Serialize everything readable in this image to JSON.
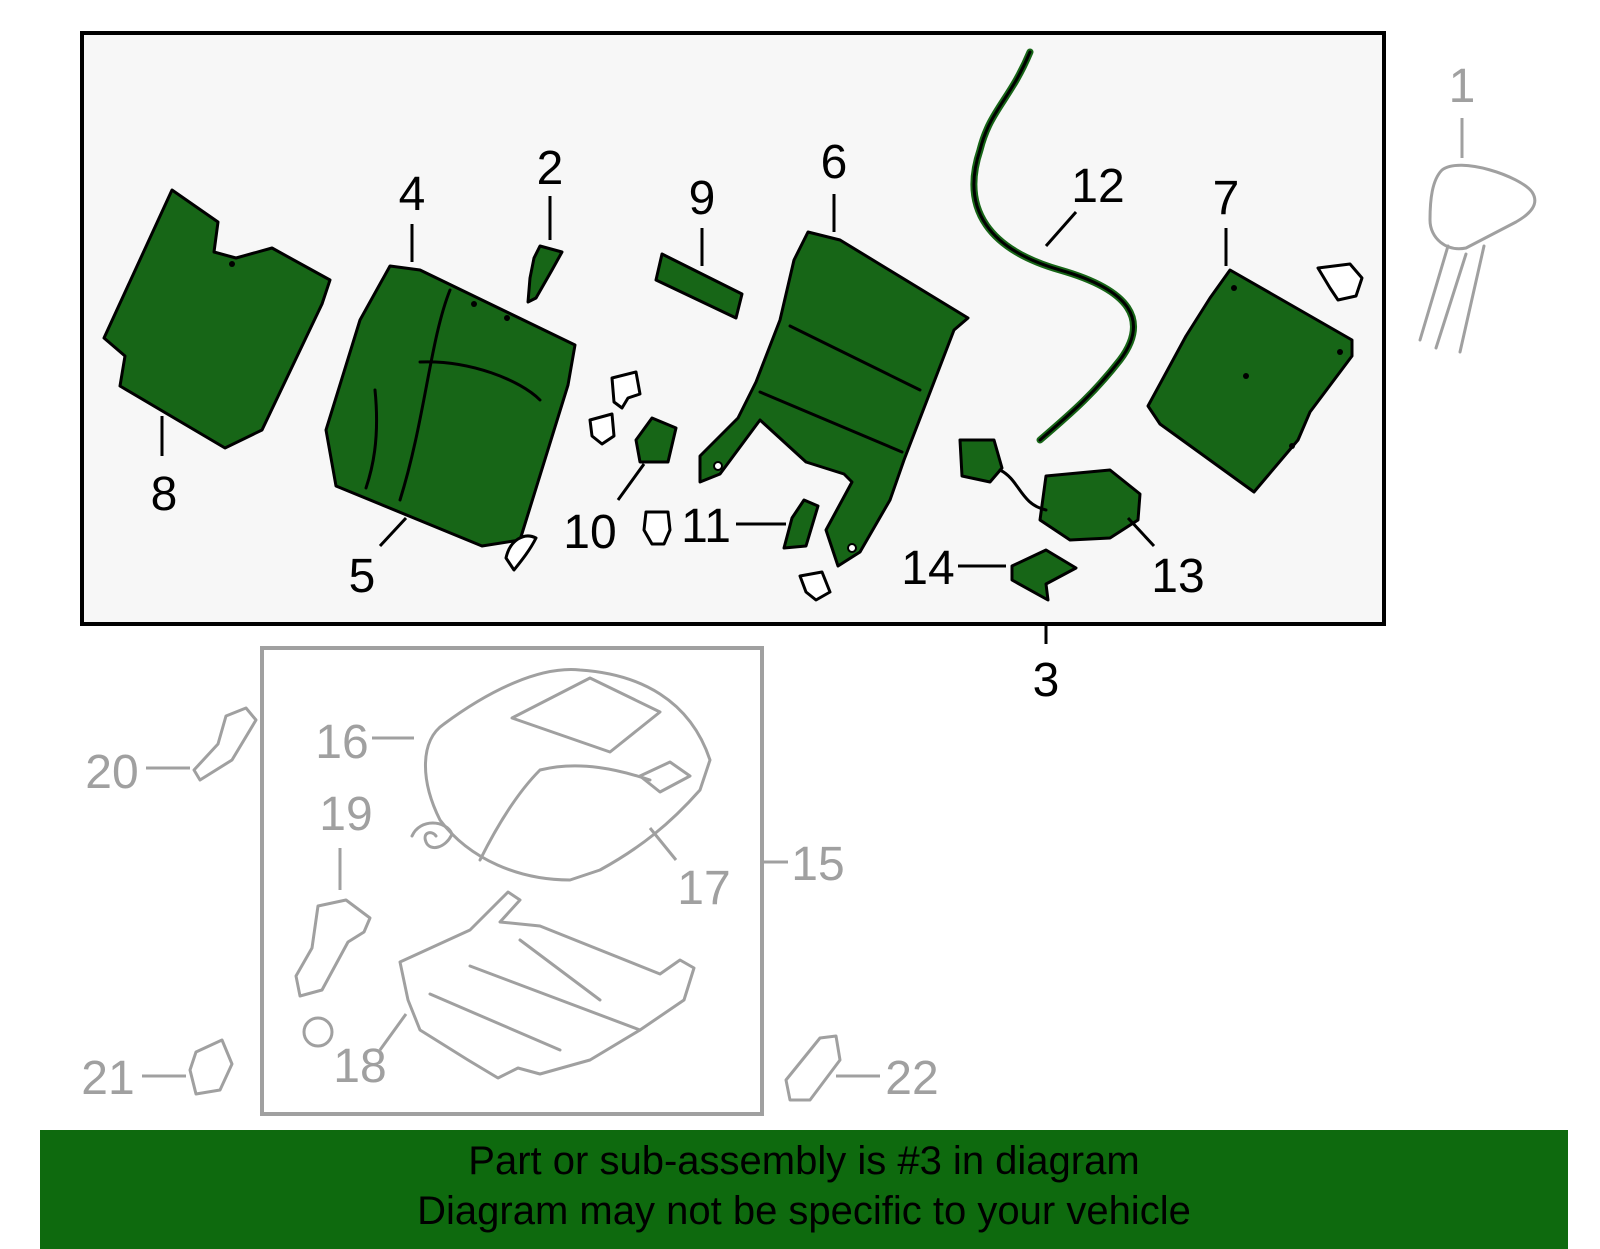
{
  "colors": {
    "banner_bg": "#0e6a0e",
    "highlight_part": "#176617",
    "highlight_box_bg": "#f7f7f7",
    "context_part": "#a0a0a0",
    "outline": "#000000"
  },
  "callouts": {
    "c1": "1",
    "c2": "2",
    "c3": "3",
    "c4": "4",
    "c5": "5",
    "c6": "6",
    "c7": "7",
    "c8": "8",
    "c9": "9",
    "c10": "10",
    "c11": "11",
    "c12": "12",
    "c13": "13",
    "c14": "14",
    "c15": "15",
    "c16": "16",
    "c17": "17",
    "c18": "18",
    "c19": "19",
    "c20": "20",
    "c21": "21",
    "c22": "22"
  },
  "banner": {
    "line1": "Part or sub-assembly is #3 in diagram",
    "line2": "Diagram may not be specific to your vehicle"
  }
}
